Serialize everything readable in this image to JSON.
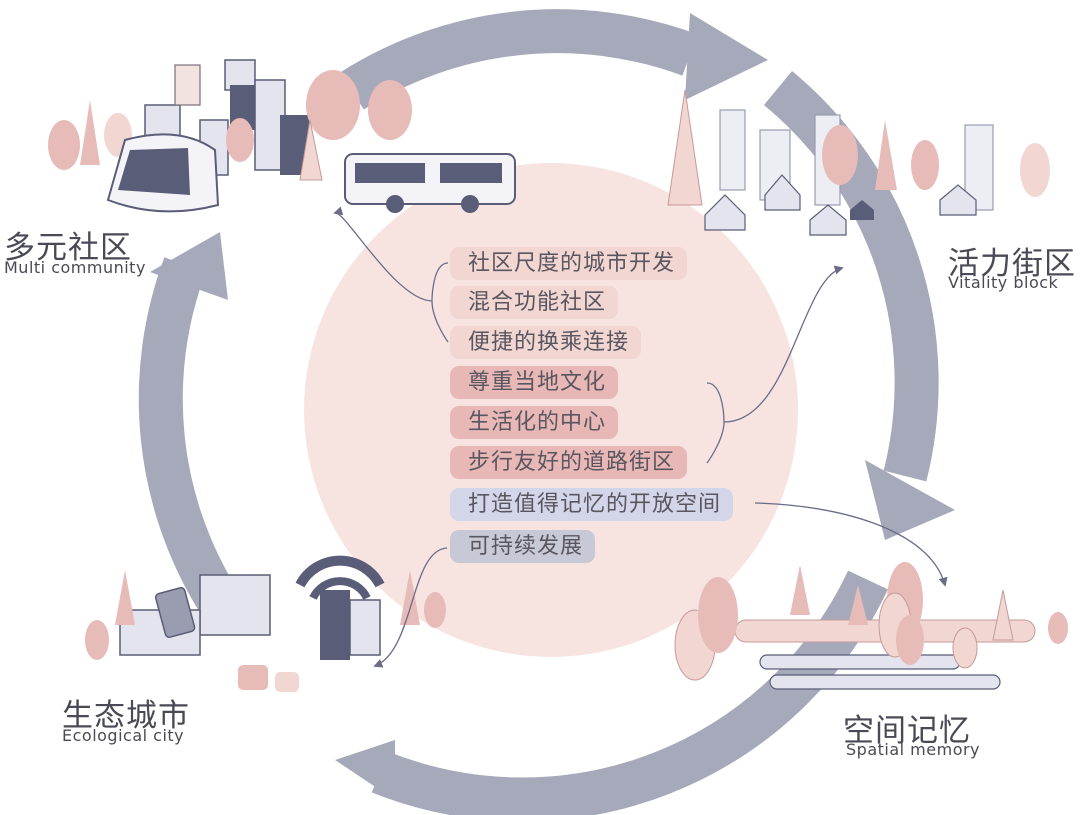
{
  "nodes": {
    "multi": {
      "zh": "多元社区",
      "en": "Multi community"
    },
    "vitality": {
      "zh": "活力街区",
      "en": "Vitality block"
    },
    "ecological": {
      "zh": "生态城市",
      "en": "Ecological city"
    },
    "spatial": {
      "zh": "空间记忆",
      "en": "Spatial memory"
    }
  },
  "features": [
    {
      "text": "社区尺度的城市开发",
      "group": "multi"
    },
    {
      "text": "混合功能社区",
      "group": "multi"
    },
    {
      "text": "便捷的换乘连接",
      "group": "multi"
    },
    {
      "text": "尊重当地文化",
      "group": "vitality"
    },
    {
      "text": "生活化的中心",
      "group": "vitality"
    },
    {
      "text": "步行友好的道路街区",
      "group": "vitality"
    },
    {
      "text": "打造值得记忆的开放空间",
      "group": "spatial"
    },
    {
      "text": "可持续发展",
      "group": "ecological"
    }
  ],
  "colors": {
    "ring": "#a6a9ba",
    "center": "#f7e4e0",
    "pink": "#e7bbb8",
    "navy": "#5a5d77",
    "line": "#6a6c8a"
  }
}
